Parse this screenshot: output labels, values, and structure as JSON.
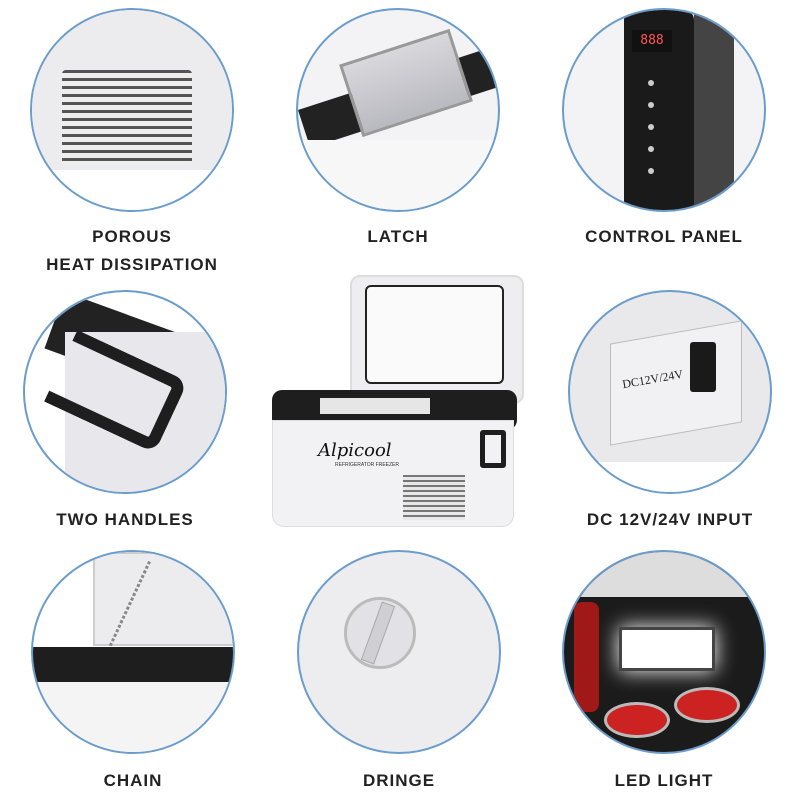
{
  "features": [
    {
      "id": "porous",
      "lines": [
        "POROUS",
        "HEAT DISSIPATION"
      ],
      "icon": "vent-grille"
    },
    {
      "id": "latch",
      "lines": [
        "LATCH"
      ],
      "icon": "latch"
    },
    {
      "id": "control",
      "lines": [
        "CONTROL PANEL"
      ],
      "icon": "control-panel",
      "display": "888"
    },
    {
      "id": "handles",
      "lines": [
        "TWO HANDLES"
      ],
      "icon": "handle"
    },
    {
      "id": "dc",
      "lines": [
        "DC 12V/24V INPUT"
      ],
      "icon": "power-socket",
      "socket_label": "DC12V/24V"
    },
    {
      "id": "chain",
      "lines": [
        "CHAIN"
      ],
      "icon": "chain"
    },
    {
      "id": "dringe",
      "lines": [
        "DRINGE"
      ],
      "icon": "drain-plug"
    },
    {
      "id": "led",
      "lines": [
        "LED LIGHT"
      ],
      "icon": "led-light"
    }
  ],
  "product": {
    "brand": "Alpicool",
    "tagline": "REFRIGERATOR FREEZER"
  },
  "colors": {
    "ring": "#6a9ccc",
    "label": "#222222",
    "lid_black": "#1e1e1e",
    "body": "#f2f2f4"
  }
}
